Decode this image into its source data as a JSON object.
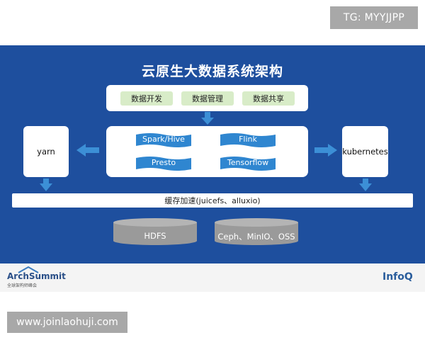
{
  "watermark_top": "TG: MYYJJPP",
  "watermark_bottom": "www.joinlaohuji.com",
  "slide": {
    "title": "云原生大数据系统架构",
    "top_layer": [
      "数据开发",
      "数据管理",
      "数据共享"
    ],
    "engines": [
      "Spark/Hive",
      "Flink",
      "Presto",
      "Tensorflow"
    ],
    "left_scheduler": "yarn",
    "right_scheduler": "kubernetes",
    "cache_layer": "缓存加速(juicefs、alluxio)",
    "storage": [
      "HDFS",
      "Ceph、MinIO、OSS"
    ]
  },
  "footer": {
    "left_logo": "ArchSummit",
    "left_logo_sub": "全球架构师峰会",
    "right_logo": "InfoQ"
  },
  "colors": {
    "slide_bg": "#1e4f9e",
    "flag_blue": "#2f86d0",
    "top_green": "#d8ecc8",
    "cylinder": "#9a9a9a",
    "arrow": "#3c8fd6"
  }
}
